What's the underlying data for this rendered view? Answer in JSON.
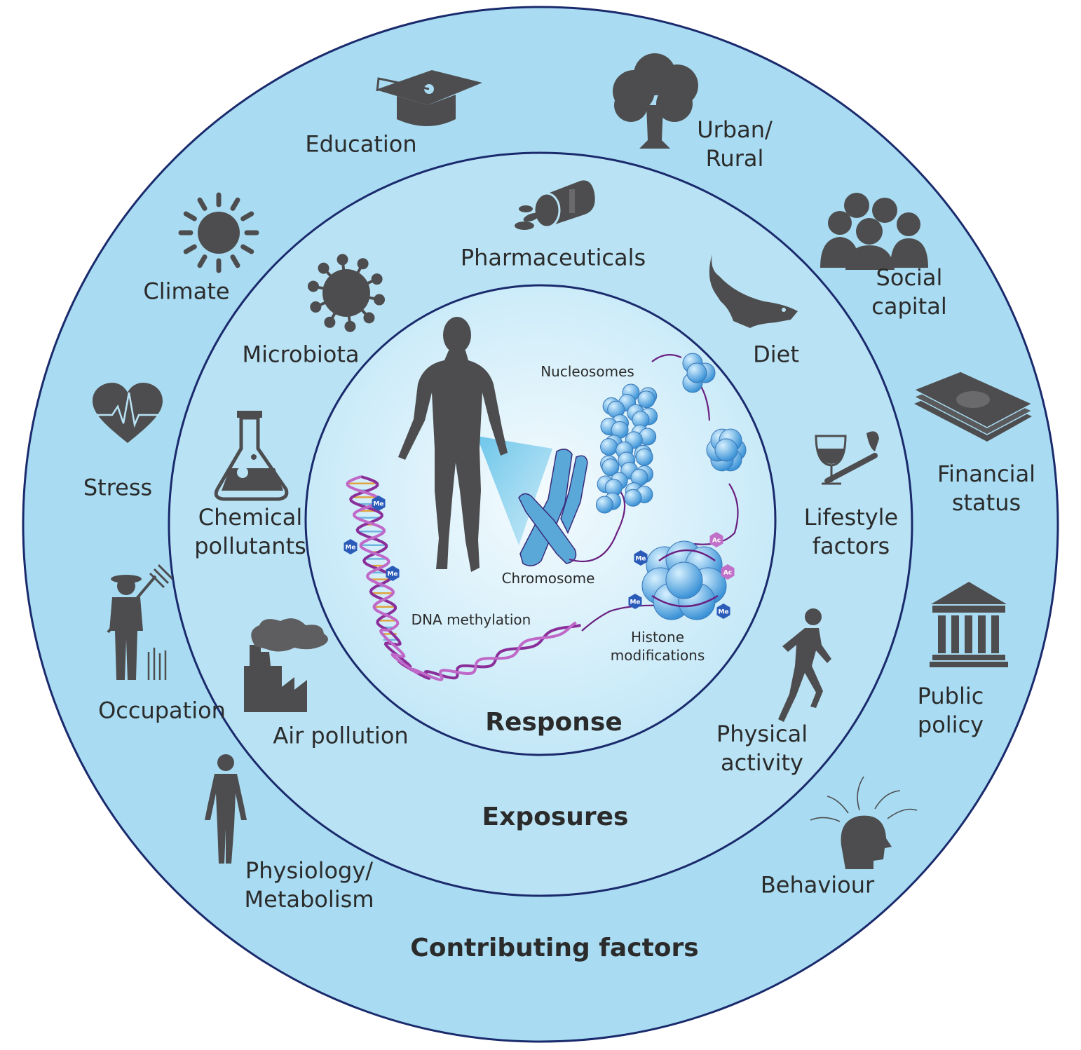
{
  "rings": {
    "outer_title": "Contributing factors",
    "middle_title": "Exposures",
    "inner_title": "Response"
  },
  "colors": {
    "outer_ring": "#a9dcf2",
    "middle_ring": "#b9e3f5",
    "inner_disc": "#e4f4fc",
    "border": "#1a2a6c",
    "icon": "#4d4d4f",
    "dna_purple": "#8a2f9a",
    "nucleosome": "#6ab7e8",
    "text": "#2b2b2b"
  },
  "contributing_factors": [
    {
      "id": "education",
      "icon": "graduation-cap-icon",
      "lines": [
        "Education"
      ]
    },
    {
      "id": "urban-rural",
      "icon": "tree-icon",
      "lines": [
        "Urban/",
        "Rural"
      ]
    },
    {
      "id": "social-capital",
      "icon": "people-group-icon",
      "lines": [
        "Social",
        "capital"
      ]
    },
    {
      "id": "financial-status",
      "icon": "money-icon",
      "lines": [
        "Financial",
        "status"
      ]
    },
    {
      "id": "public-policy",
      "icon": "government-building-icon",
      "lines": [
        "Public",
        "policy"
      ]
    },
    {
      "id": "behaviour",
      "icon": "head-thoughts-icon",
      "lines": [
        "Behaviour"
      ]
    },
    {
      "id": "physiology",
      "icon": "human-body-icon",
      "lines": [
        "Physiology/",
        "Metabolism"
      ]
    },
    {
      "id": "occupation",
      "icon": "farmer-icon",
      "lines": [
        "Occupation"
      ]
    },
    {
      "id": "stress",
      "icon": "heartbeat-icon",
      "lines": [
        "Stress"
      ]
    },
    {
      "id": "climate",
      "icon": "sun-icon",
      "lines": [
        "Climate"
      ]
    }
  ],
  "exposures": [
    {
      "id": "pharmaceuticals",
      "icon": "pill-bottle-icon",
      "lines": [
        "Pharmaceuticals"
      ]
    },
    {
      "id": "diet",
      "icon": "fish-icon",
      "lines": [
        "Diet"
      ]
    },
    {
      "id": "lifestyle",
      "icon": "wine-cigarette-icon",
      "lines": [
        "Lifestyle",
        "factors"
      ]
    },
    {
      "id": "physical-activity",
      "icon": "runner-icon",
      "lines": [
        "Physical",
        "activity"
      ]
    },
    {
      "id": "air-pollution",
      "icon": "factory-icon",
      "lines": [
        "Air pollution"
      ]
    },
    {
      "id": "chemical-pollutants",
      "icon": "flask-icon",
      "lines": [
        "Chemical",
        "pollutants"
      ]
    },
    {
      "id": "microbiota",
      "icon": "microbe-icon",
      "lines": [
        "Microbiota"
      ]
    }
  ],
  "response": {
    "nucleosomes": "Nucleosomes",
    "chromosome": "Chromosome",
    "dna_methylation": "DNA methylation",
    "histone_lines": [
      "Histone",
      "modifications"
    ],
    "me_tag": "Me",
    "ac_tag": "Ac"
  }
}
